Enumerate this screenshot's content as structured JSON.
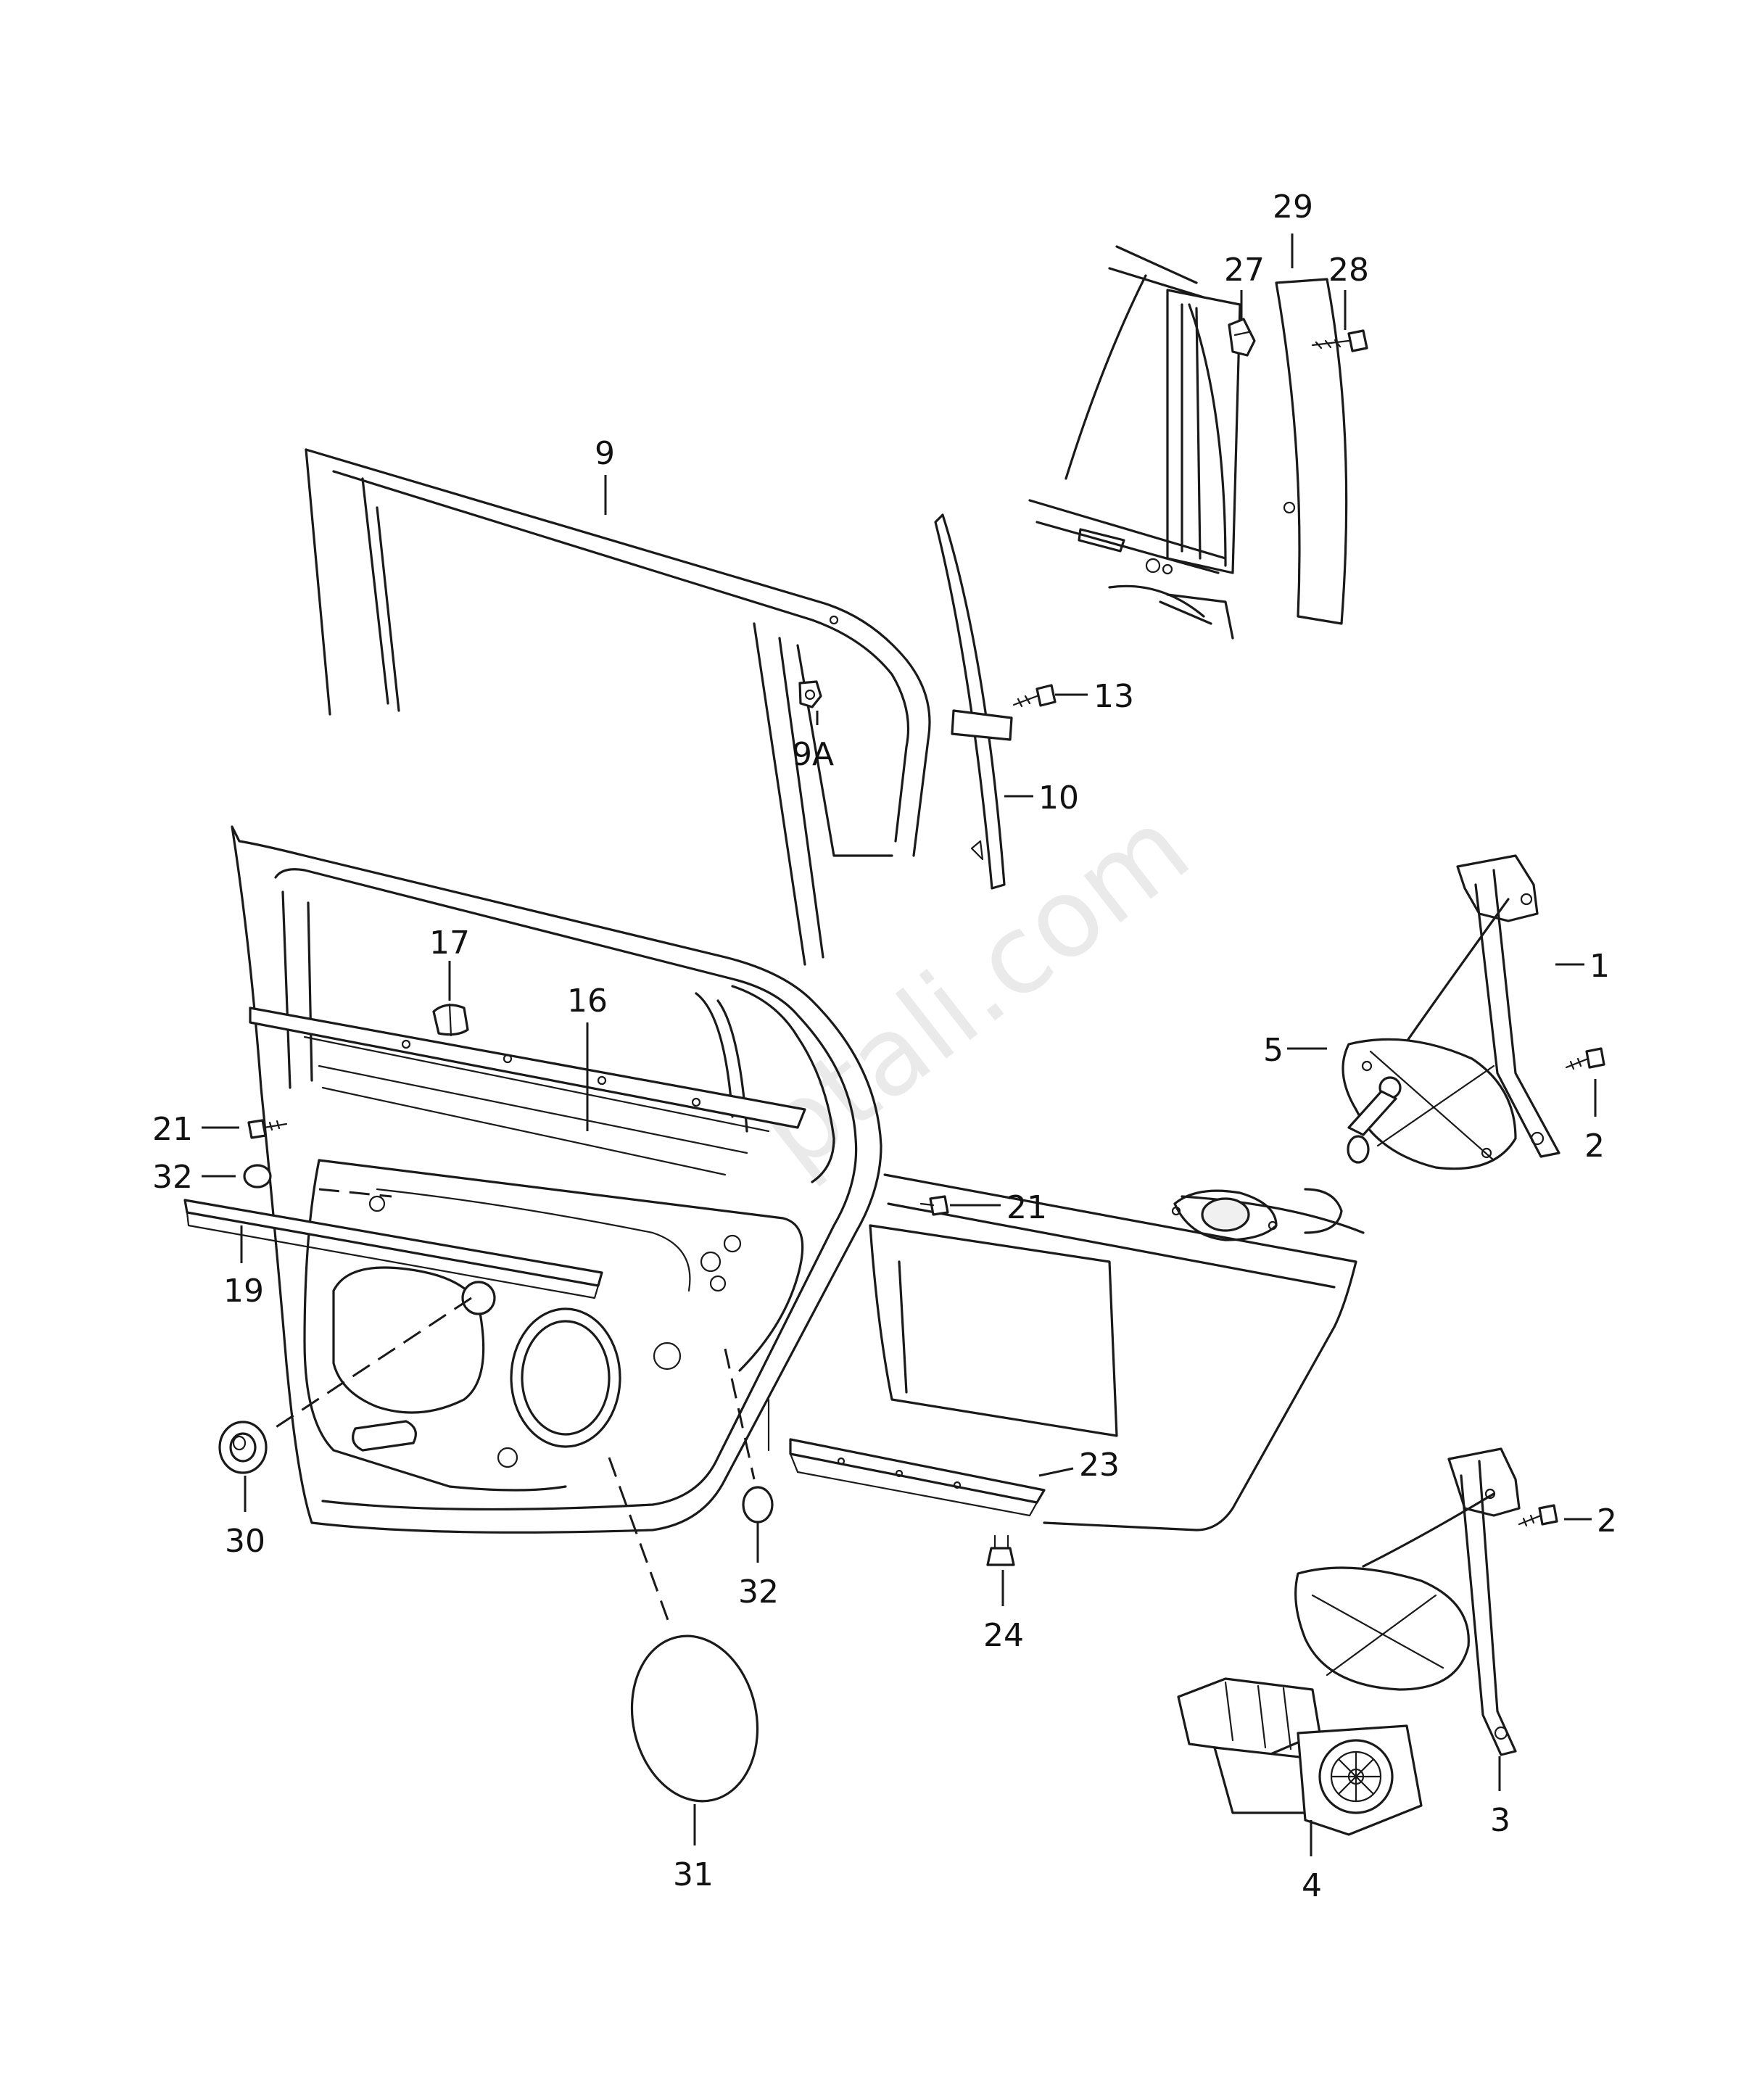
{
  "watermark": "ptali.com",
  "callouts": [
    {
      "id": "c1",
      "label": "1"
    },
    {
      "id": "c2a",
      "label": "2"
    },
    {
      "id": "c2b",
      "label": "2"
    },
    {
      "id": "c3",
      "label": "3"
    },
    {
      "id": "c4",
      "label": "4"
    },
    {
      "id": "c5",
      "label": "5"
    },
    {
      "id": "c9",
      "label": "9"
    },
    {
      "id": "c9A",
      "label": "9A"
    },
    {
      "id": "c10",
      "label": "10"
    },
    {
      "id": "c13",
      "label": "13"
    },
    {
      "id": "c16",
      "label": "16"
    },
    {
      "id": "c17",
      "label": "17"
    },
    {
      "id": "c19",
      "label": "19"
    },
    {
      "id": "c21a",
      "label": "21"
    },
    {
      "id": "c21b",
      "label": "21"
    },
    {
      "id": "c23",
      "label": "23"
    },
    {
      "id": "c24",
      "label": "24"
    },
    {
      "id": "c27",
      "label": "27"
    },
    {
      "id": "c28",
      "label": "28"
    },
    {
      "id": "c29",
      "label": "29"
    },
    {
      "id": "c30",
      "label": "30"
    },
    {
      "id": "c31",
      "label": "31"
    },
    {
      "id": "c32a",
      "label": "32"
    },
    {
      "id": "c32b",
      "label": "32"
    }
  ]
}
